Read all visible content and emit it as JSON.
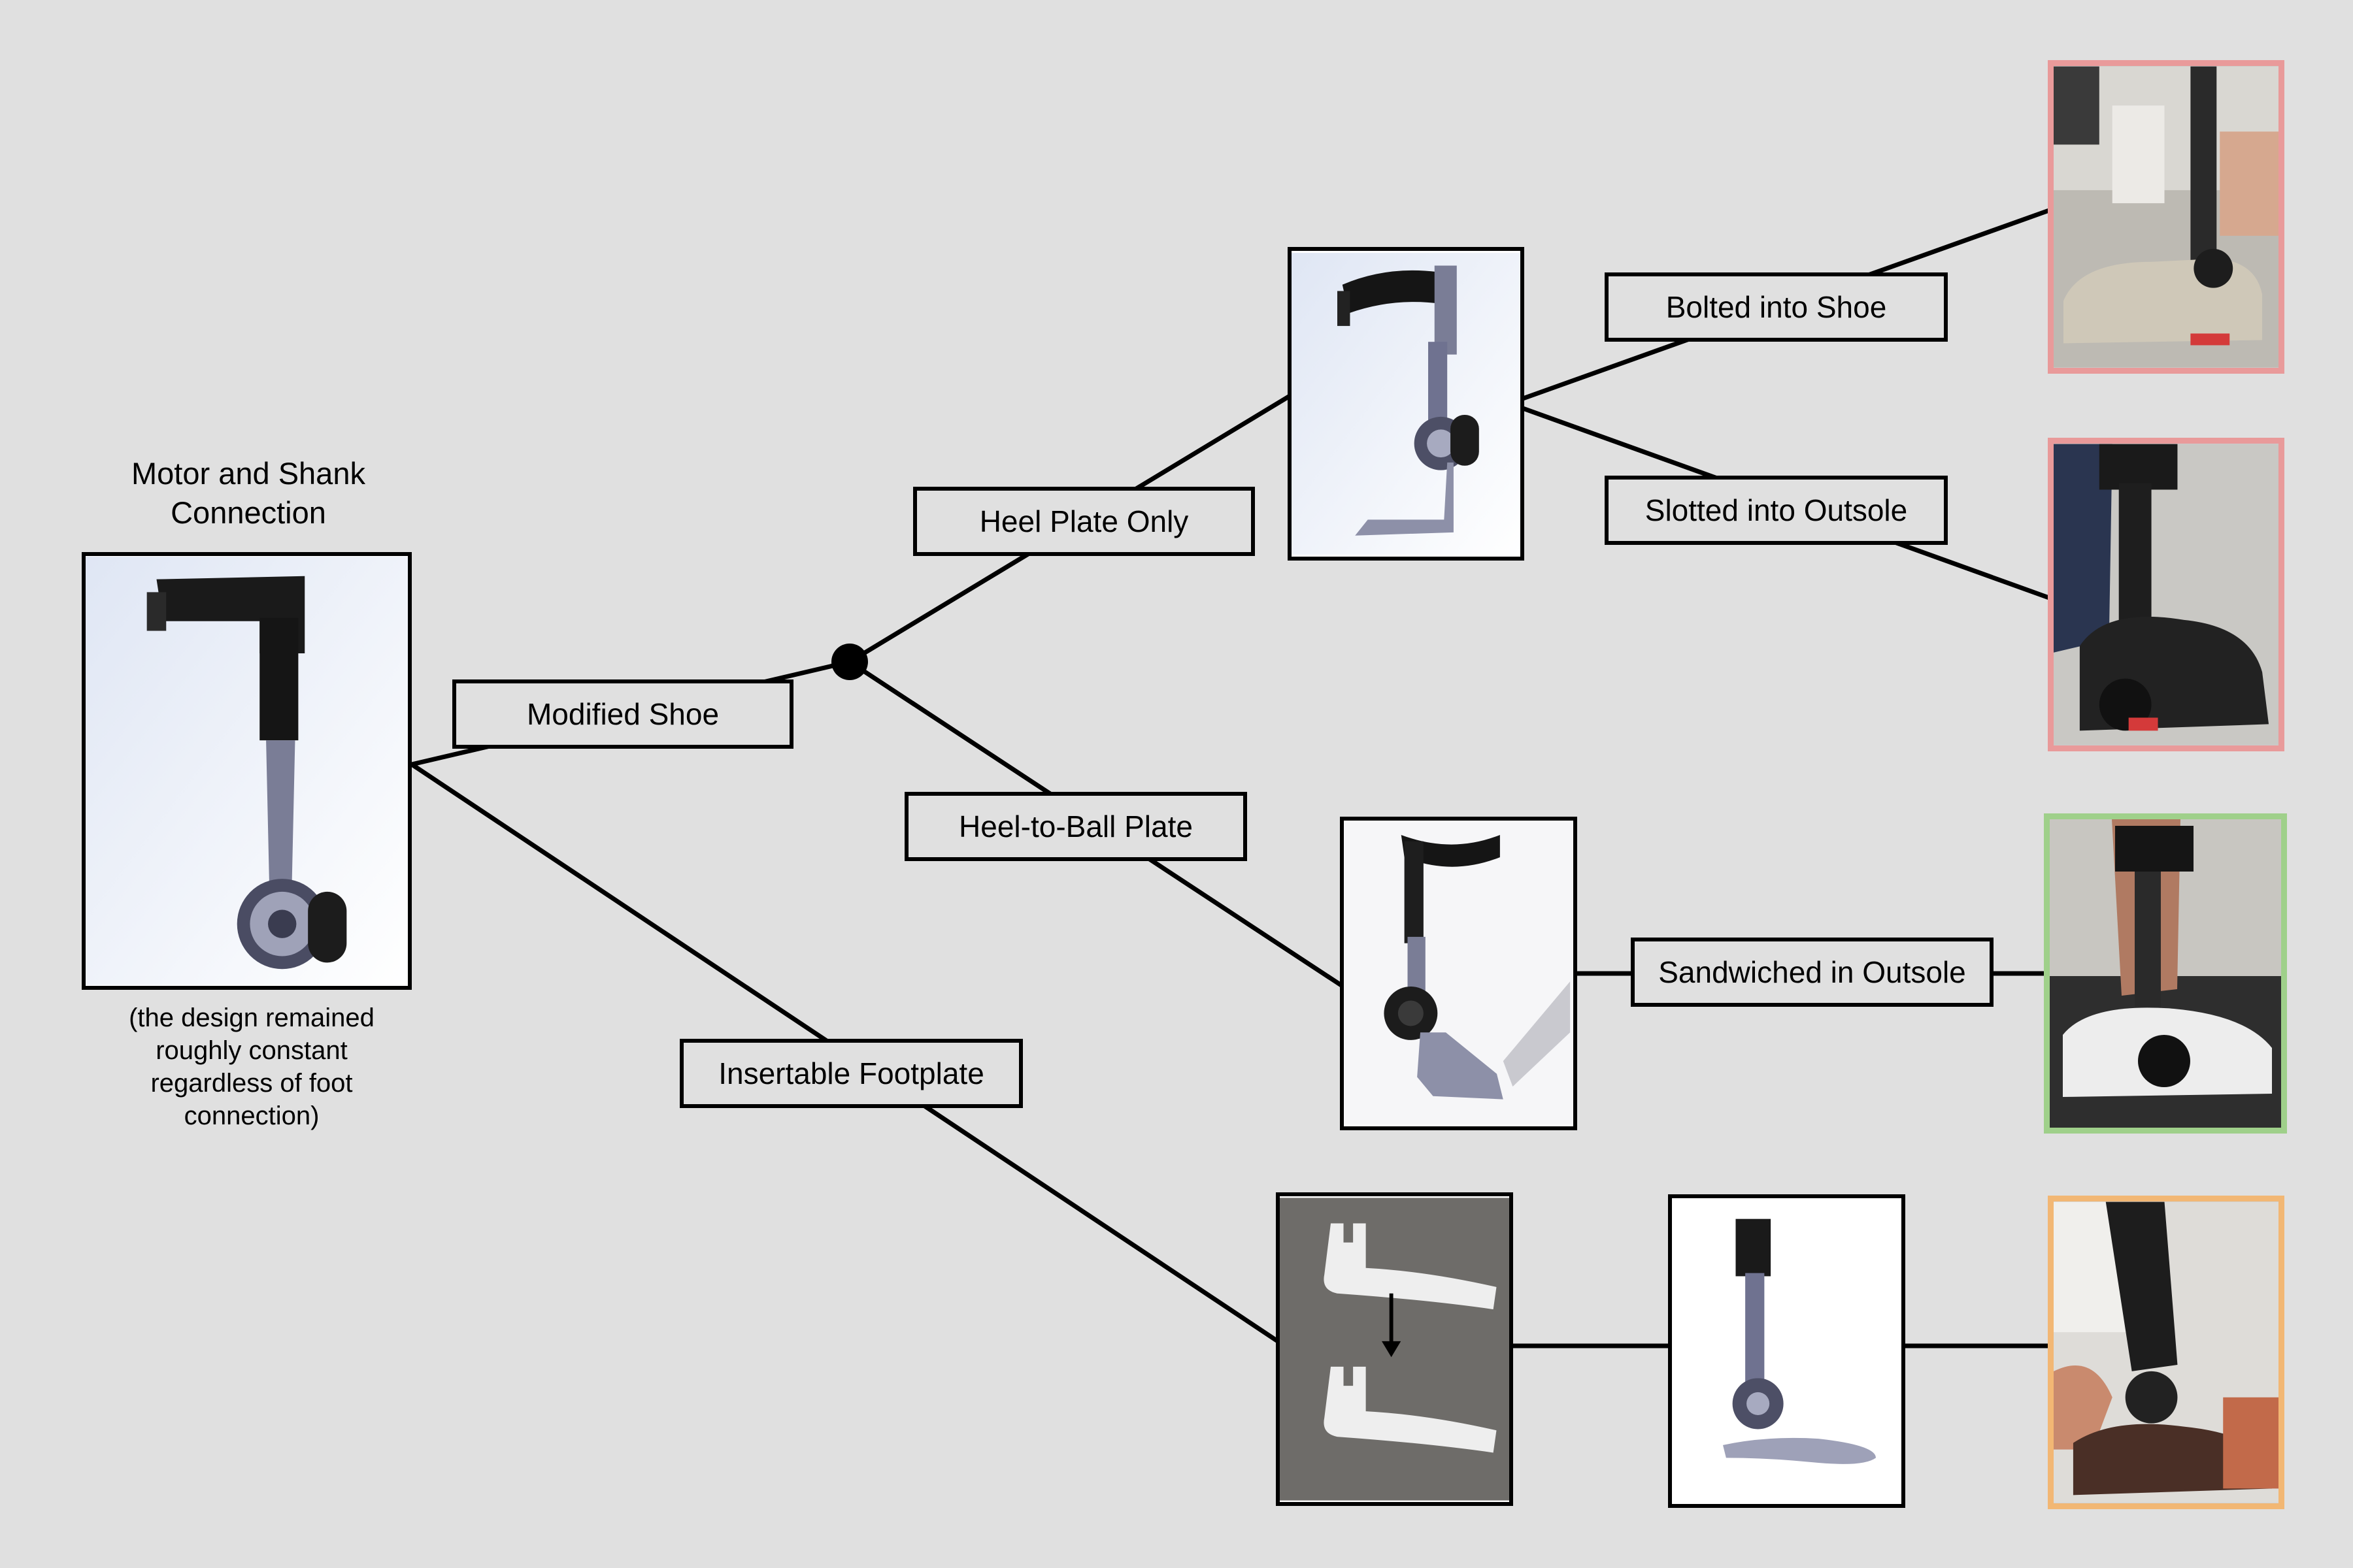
{
  "root": {
    "title_line1": "Motor and Shank",
    "title_line2": "Connection",
    "note_lines": [
      "(the design remained",
      "roughly constant",
      "regardless of foot",
      "connection)"
    ]
  },
  "branches": {
    "modified_shoe": "Modified Shoe",
    "heel_plate_only": "Heel Plate Only",
    "heel_to_ball_plate": "Heel-to-Ball Plate",
    "insertable_footplate": "Insertable Footplate"
  },
  "outcomes": {
    "bolted_into_shoe": "Bolted into Shoe",
    "slotted_into_outsole": "Slotted into Outsole",
    "sandwiched_in_outsole": "Sandwiched in Outsole"
  },
  "outcome_colors": {
    "bolted_into_shoe": "#e99a9a",
    "slotted_into_outsole": "#e99a9a",
    "sandwiched_in_outsole": "#9fd08a",
    "insertable_footplate": "#f2b774"
  }
}
